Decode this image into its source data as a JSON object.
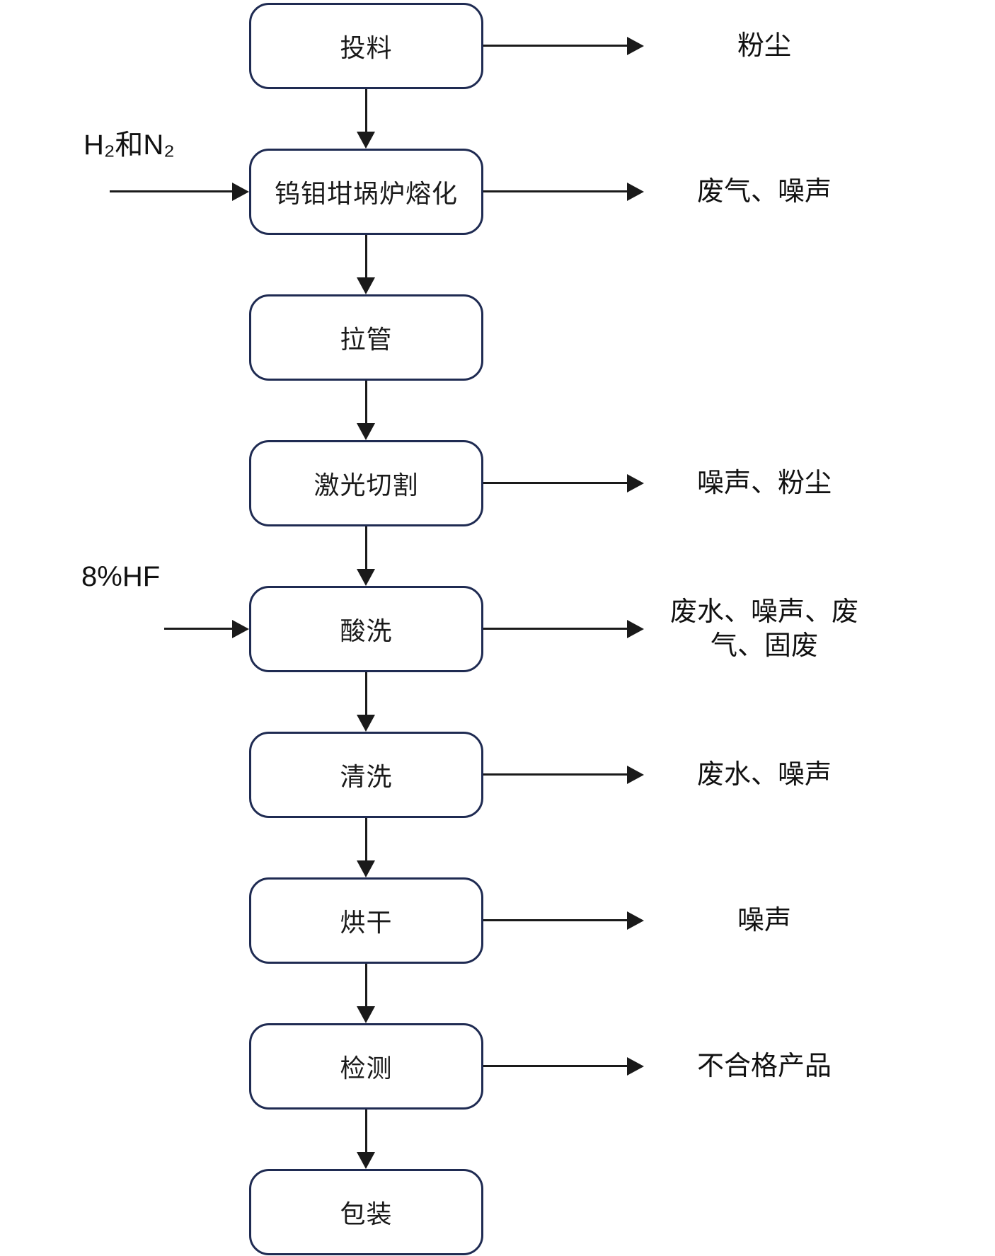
{
  "diagram": {
    "steps": [
      {
        "label": "投料",
        "output": "粉尘"
      },
      {
        "label": "钨钼坩埚炉熔化",
        "input": "H₂和N₂",
        "output": "废气、噪声"
      },
      {
        "label": "拉管"
      },
      {
        "label": "激光切割",
        "output": "噪声、粉尘"
      },
      {
        "label": "酸洗",
        "input": "8%HF",
        "output": "废水、噪声、废\n气、固废"
      },
      {
        "label": "清洗",
        "output": "废水、噪声"
      },
      {
        "label": "烘干",
        "output": "噪声"
      },
      {
        "label": "检测",
        "output": "不合格产品"
      },
      {
        "label": "包装"
      }
    ],
    "colors": {
      "box_border": "#1f2b52",
      "arrow": "#1a1a1a",
      "text": "#111111",
      "background": "#ffffff"
    }
  }
}
